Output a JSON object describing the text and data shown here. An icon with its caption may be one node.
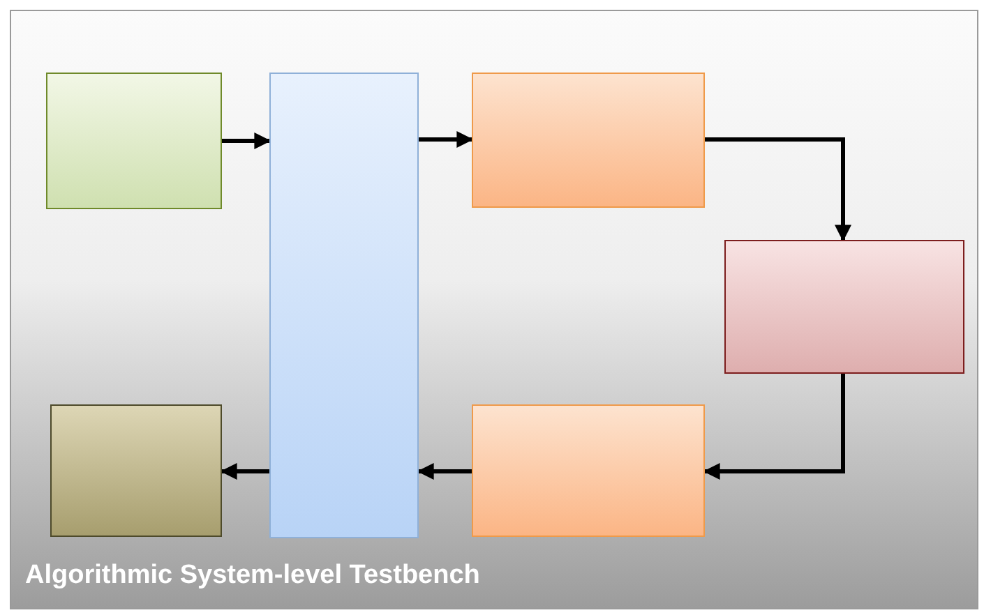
{
  "diagram": {
    "title": "Algorithmic System-level Testbench",
    "nodes": [
      {
        "text": [],
        "shape": "box"
      },
      {
        "text": [],
        "shape": "box"
      },
      {
        "text": [],
        "shape": "box"
      },
      {
        "text": [],
        "shape": "box"
      },
      {
        "text": [],
        "shape": "box"
      },
      {
        "text": [],
        "shape": "box"
      }
    ],
    "edges": [
      {
        "from": 0,
        "to": 1,
        "arrow": "to"
      },
      {
        "from": 1,
        "to": 2,
        "arrow": "to"
      },
      {
        "from": 2,
        "to": 3,
        "arrow": "to"
      },
      {
        "from": 3,
        "to": 5,
        "arrow": "to"
      },
      {
        "from": 5,
        "to": 1,
        "arrow": "to"
      },
      {
        "from": 1,
        "to": 4,
        "arrow": "to"
      }
    ]
  }
}
